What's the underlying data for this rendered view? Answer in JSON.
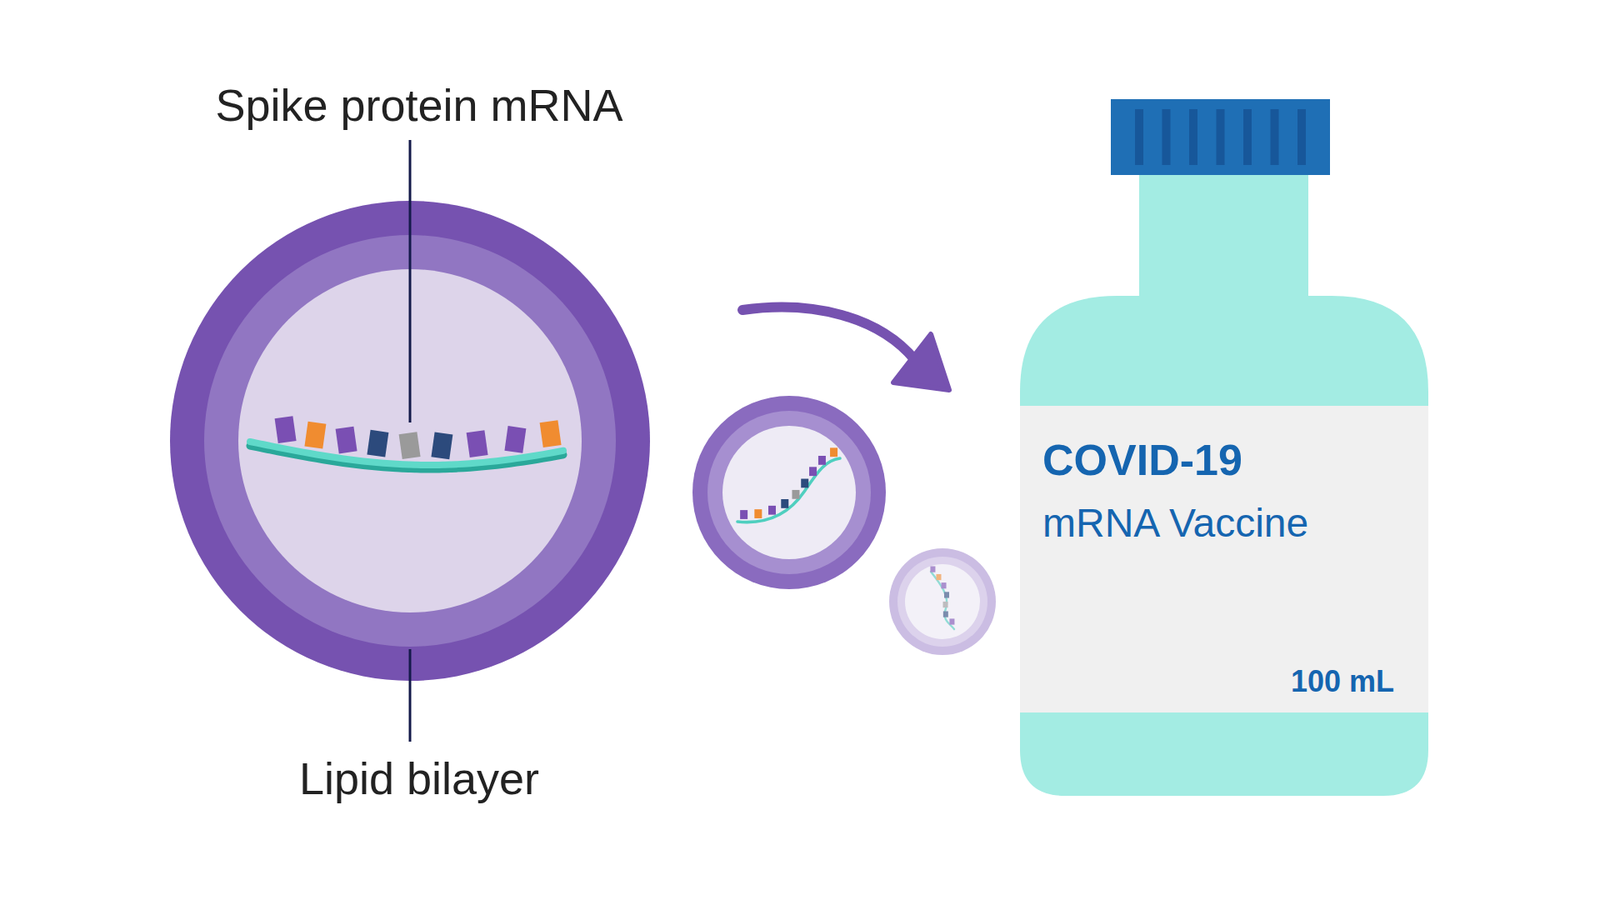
{
  "diagram": {
    "nodes": [
      {
        "text": [
          "COVID-19",
          "mRNA Vaccine",
          "100 mL"
        ]
      }
    ],
    "labels": [
      "Spike protein mRNA",
      "Lipid bilayer"
    ]
  }
}
